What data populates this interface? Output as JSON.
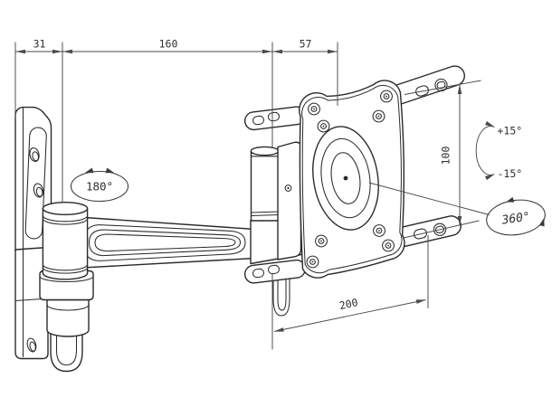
{
  "drawing": {
    "background": "#ffffff",
    "line_color": "#2a2a2a",
    "dimension_color": "#4a4a4a",
    "text_color": "#2f2f2f",
    "dimensions": {
      "wall_offset": "31",
      "arm_reach": "160",
      "head_offset": "57",
      "vesa_height": "100",
      "vesa_width": "200"
    },
    "angles": {
      "swivel": "180°",
      "tilt_up": "+15°",
      "tilt_down": "-15°",
      "rotation": "360°"
    }
  }
}
